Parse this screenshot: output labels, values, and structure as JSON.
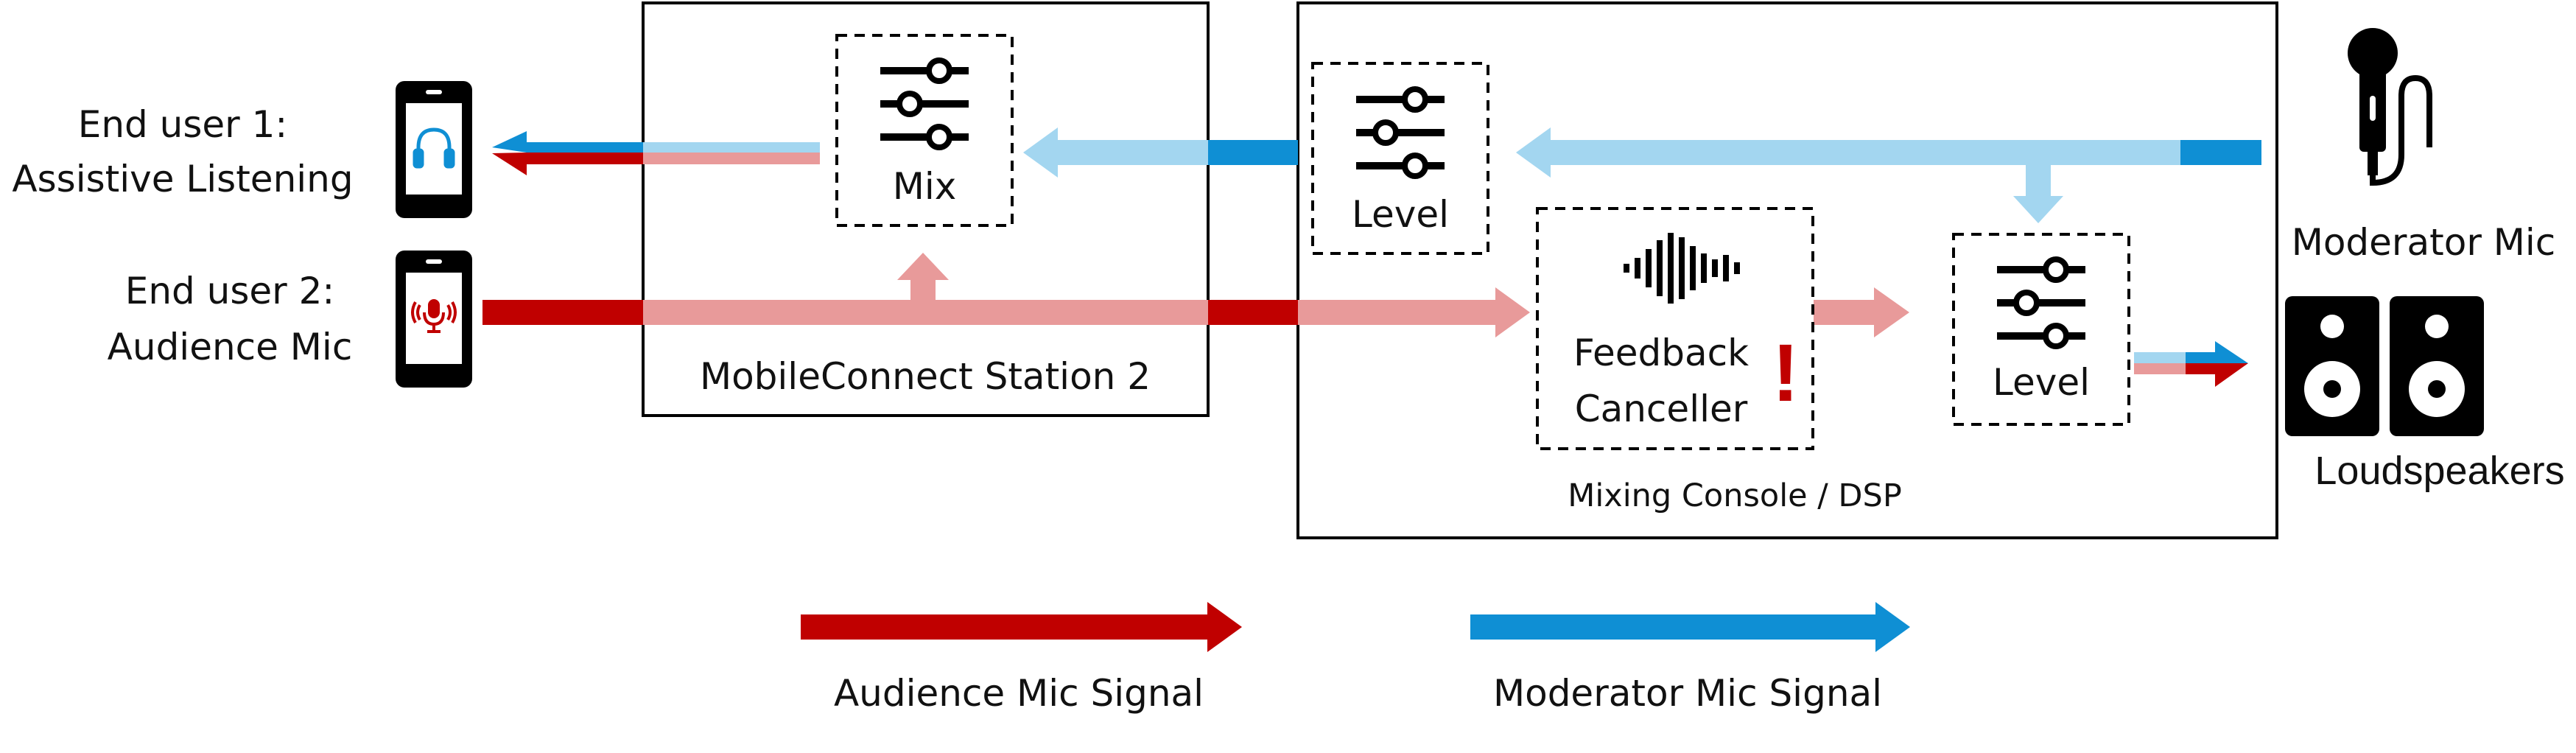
{
  "colors": {
    "audience_dark": "#c00000",
    "audience_light": "#e89a9a",
    "moderator_dark": "#0f8fd4",
    "moderator_light": "#a3d6f0",
    "box_border": "#000000",
    "exclaim": "#c00000"
  },
  "users": {
    "user1_line1": "End user 1:",
    "user1_line2": "Assistive Listening",
    "user1_icon": "headphones-icon",
    "user2_line1": "End user 2:",
    "user2_line2": "Audience Mic",
    "user2_icon": "microphone-icon"
  },
  "station": {
    "title": "MobileConnect Station 2",
    "mix_label": "Mix"
  },
  "console": {
    "title": "Mixing Console / DSP",
    "level_left": "Level",
    "feedback_line1": "Feedback",
    "feedback_line2": "Canceller",
    "exclamation": "!",
    "level_right": "Level"
  },
  "devices": {
    "moderator_mic": "Moderator Mic",
    "loudspeakers": "Loudspeakers"
  },
  "legend": {
    "audience": "Audience Mic Signal",
    "moderator": "Moderator Mic Signal"
  }
}
